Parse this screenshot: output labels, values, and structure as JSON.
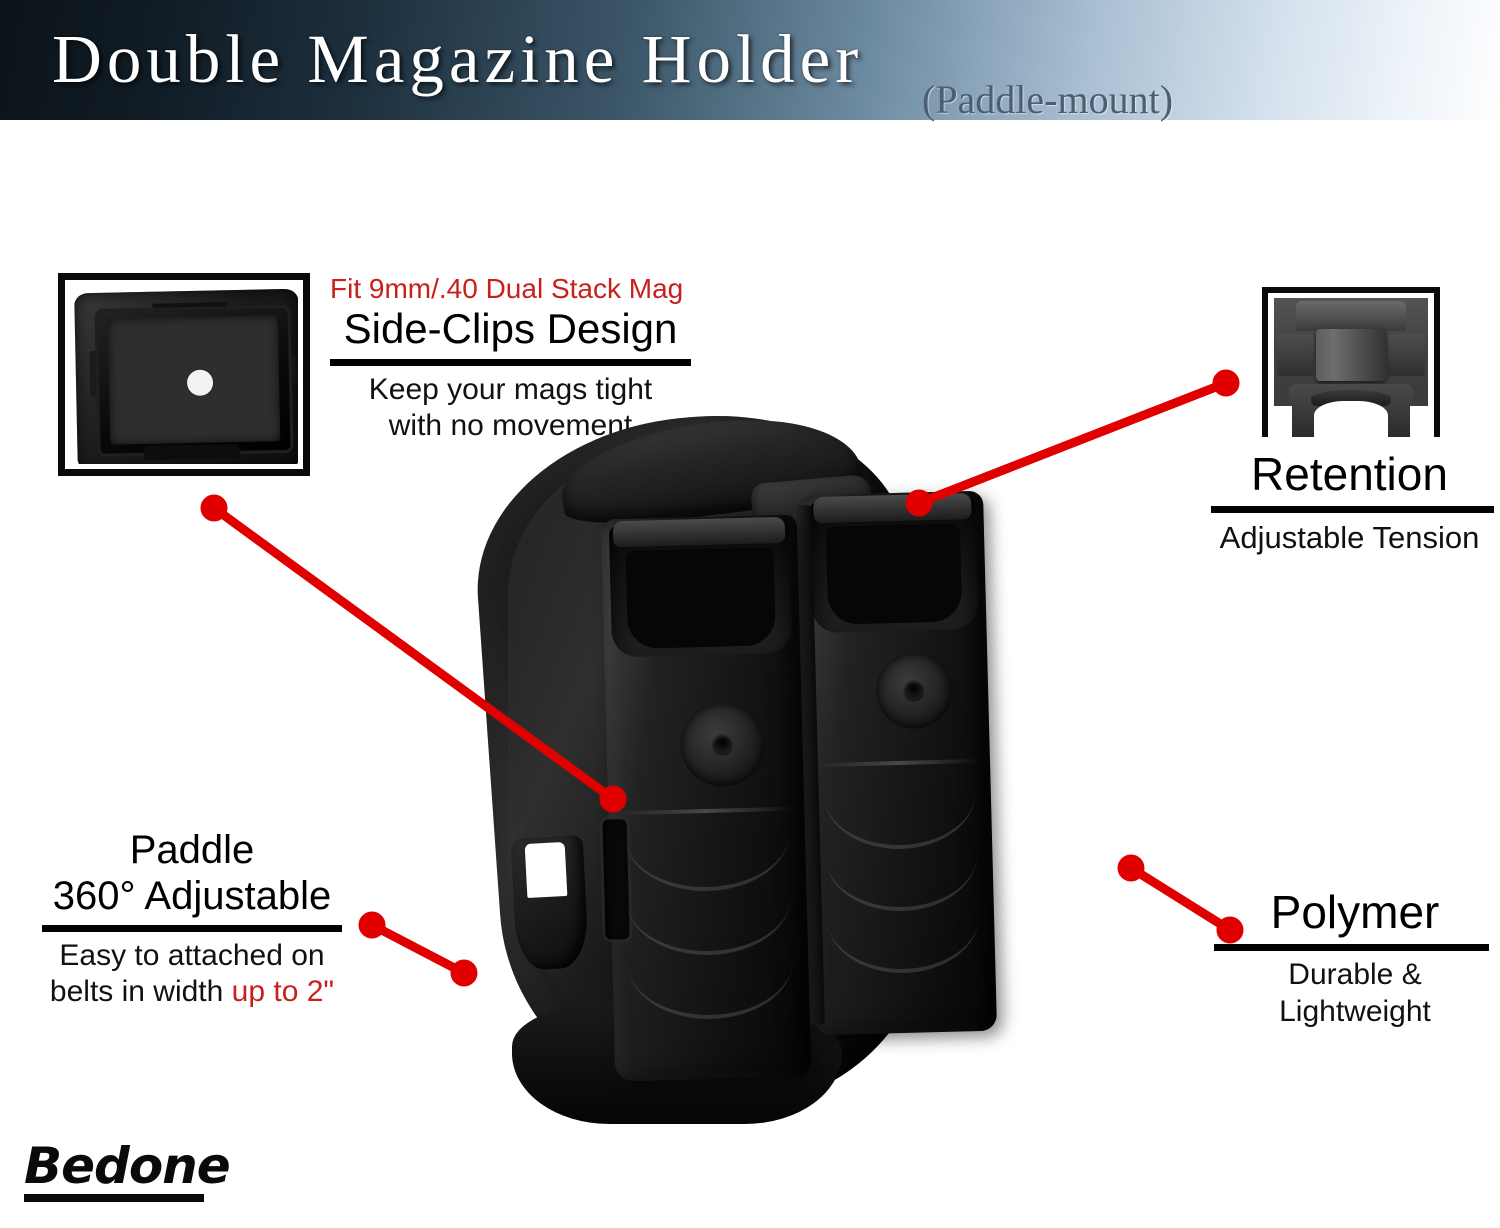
{
  "header": {
    "title": "Double  Magazine  Holder",
    "subtitle": "(Paddle-mount)"
  },
  "callouts": {
    "side_clips": {
      "kicker": "Fit 9mm/.40 Dual Stack Mag",
      "title": "Side-Clips Design",
      "sub_line1": "Keep your mags tight",
      "sub_line2": "with no movement",
      "photo_label": "side-clips-top-view-photo"
    },
    "retention": {
      "title": "Retention",
      "sub_line1": "Adjustable Tension",
      "photo_label": "retention-screw-closeup-photo"
    },
    "paddle": {
      "title_line1": "Paddle",
      "title_line2": "360° Adjustable",
      "sub_line1": "Easy to attached on",
      "sub_line2_plain": "belts in width ",
      "sub_line2_highlight": "up to 2\""
    },
    "polymer": {
      "title": "Polymer",
      "sub_line1": "Durable & Lightweight"
    }
  },
  "brand": {
    "name": "Bedone"
  },
  "product": {
    "alt": "black polymer double magazine holder with paddle mount"
  },
  "colors": {
    "accent_red": "#C8201C",
    "header_dark": "#0c1319",
    "header_light": "#ffffff",
    "text_black": "#000000",
    "product_black": "#141414"
  }
}
